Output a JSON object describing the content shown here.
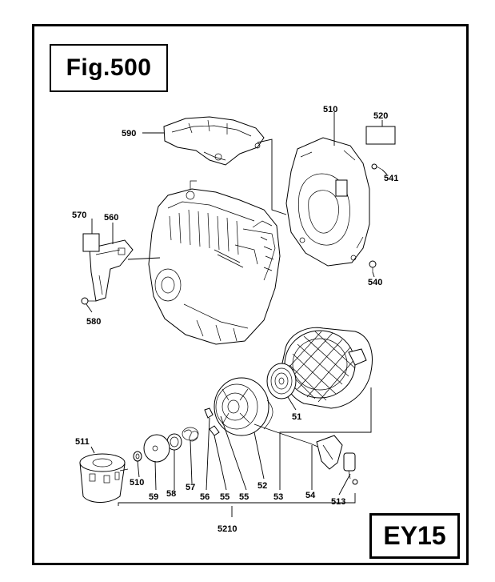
{
  "figure": {
    "title": "Fig.500",
    "model": "EY15"
  },
  "parts": {
    "p590": "590",
    "p510": "510",
    "p520": "520",
    "p541": "541",
    "p540": "540",
    "p570": "570",
    "p560": "560",
    "p580": "580",
    "p51": "51",
    "p511": "511",
    "p510b": "510",
    "p59": "59",
    "p58": "58",
    "p57": "57",
    "p56": "56",
    "p55a": "55",
    "p55b": "55",
    "p52": "52",
    "p53": "53",
    "p54": "54",
    "p513": "513",
    "p5210": "5210"
  }
}
